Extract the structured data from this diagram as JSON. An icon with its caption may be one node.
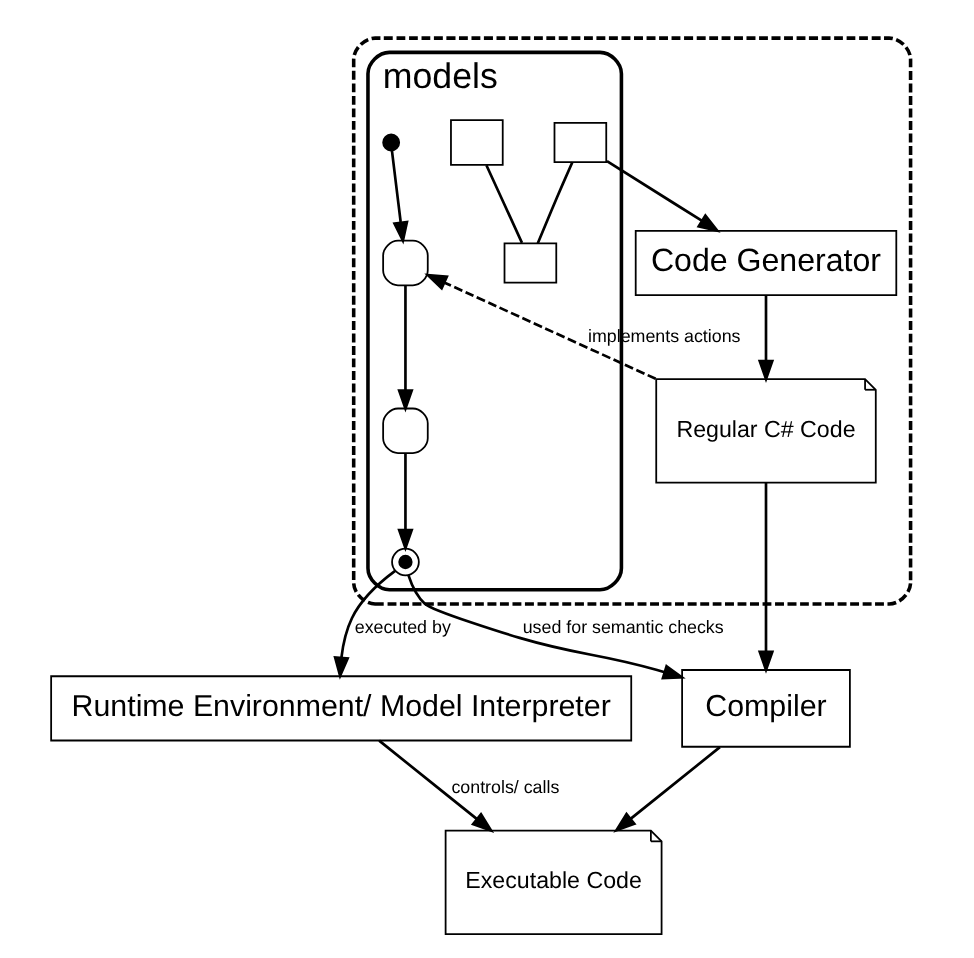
{
  "diagram": {
    "nodes": [
      {
        "text": [],
        "shape": "box"
      },
      {
        "text": [
          "Regular C# Code"
        ],
        "in": 0
      },
      {
        "text": [
          "Code Generator"
        ],
        "in": 0
      },
      {
        "text": [
          "models"
        ],
        "in": 0
      },
      {
        "text": [],
        "shape": "box",
        "in": 3
      },
      {
        "text": [],
        "shape": "box",
        "in": 3
      },
      {
        "text": [],
        "shape": "box",
        "in": 3
      },
      {
        "text": [],
        "shape": "circle",
        "in": 3
      },
      {
        "text": [],
        "shape": "box",
        "in": 3
      },
      {
        "text": [],
        "shape": "box",
        "in": 3
      },
      {
        "text": [],
        "shape": "circle",
        "in": 3
      },
      {
        "text": [
          "Compiler"
        ]
      },
      {
        "text": [
          "Executable Code"
        ]
      },
      {
        "text": [
          "Runtime Environment/ Model Interpreter"
        ]
      }
    ],
    "edges": [
      {
        "from": 1,
        "to": 8,
        "arrow": "to",
        "label": "implements actions",
        "style": "dashed"
      },
      {
        "from": 2,
        "to": 1,
        "arrow": "to"
      },
      {
        "from": 5,
        "to": 2,
        "arrow": "to"
      },
      {
        "from": 1,
        "to": 11,
        "arrow": "to"
      },
      {
        "from": 10,
        "to": 11,
        "arrow": "to",
        "label": "used for semantic checks"
      },
      {
        "from": 10,
        "to": 13,
        "arrow": "to",
        "label": "executed by"
      },
      {
        "from": 11,
        "to": 12,
        "arrow": "to"
      },
      {
        "from": 13,
        "to": 12,
        "arrow": "to",
        "label": "controls/ calls"
      },
      {
        "from": 7,
        "to": 8,
        "arrow": "to"
      },
      {
        "from": 8,
        "to": 9,
        "arrow": "to"
      },
      {
        "from": 9,
        "to": 10,
        "arrow": "to"
      },
      {
        "from": 4,
        "to": 6,
        "arrow": "none"
      },
      {
        "from": 5,
        "to": 6,
        "arrow": "none"
      }
    ]
  }
}
